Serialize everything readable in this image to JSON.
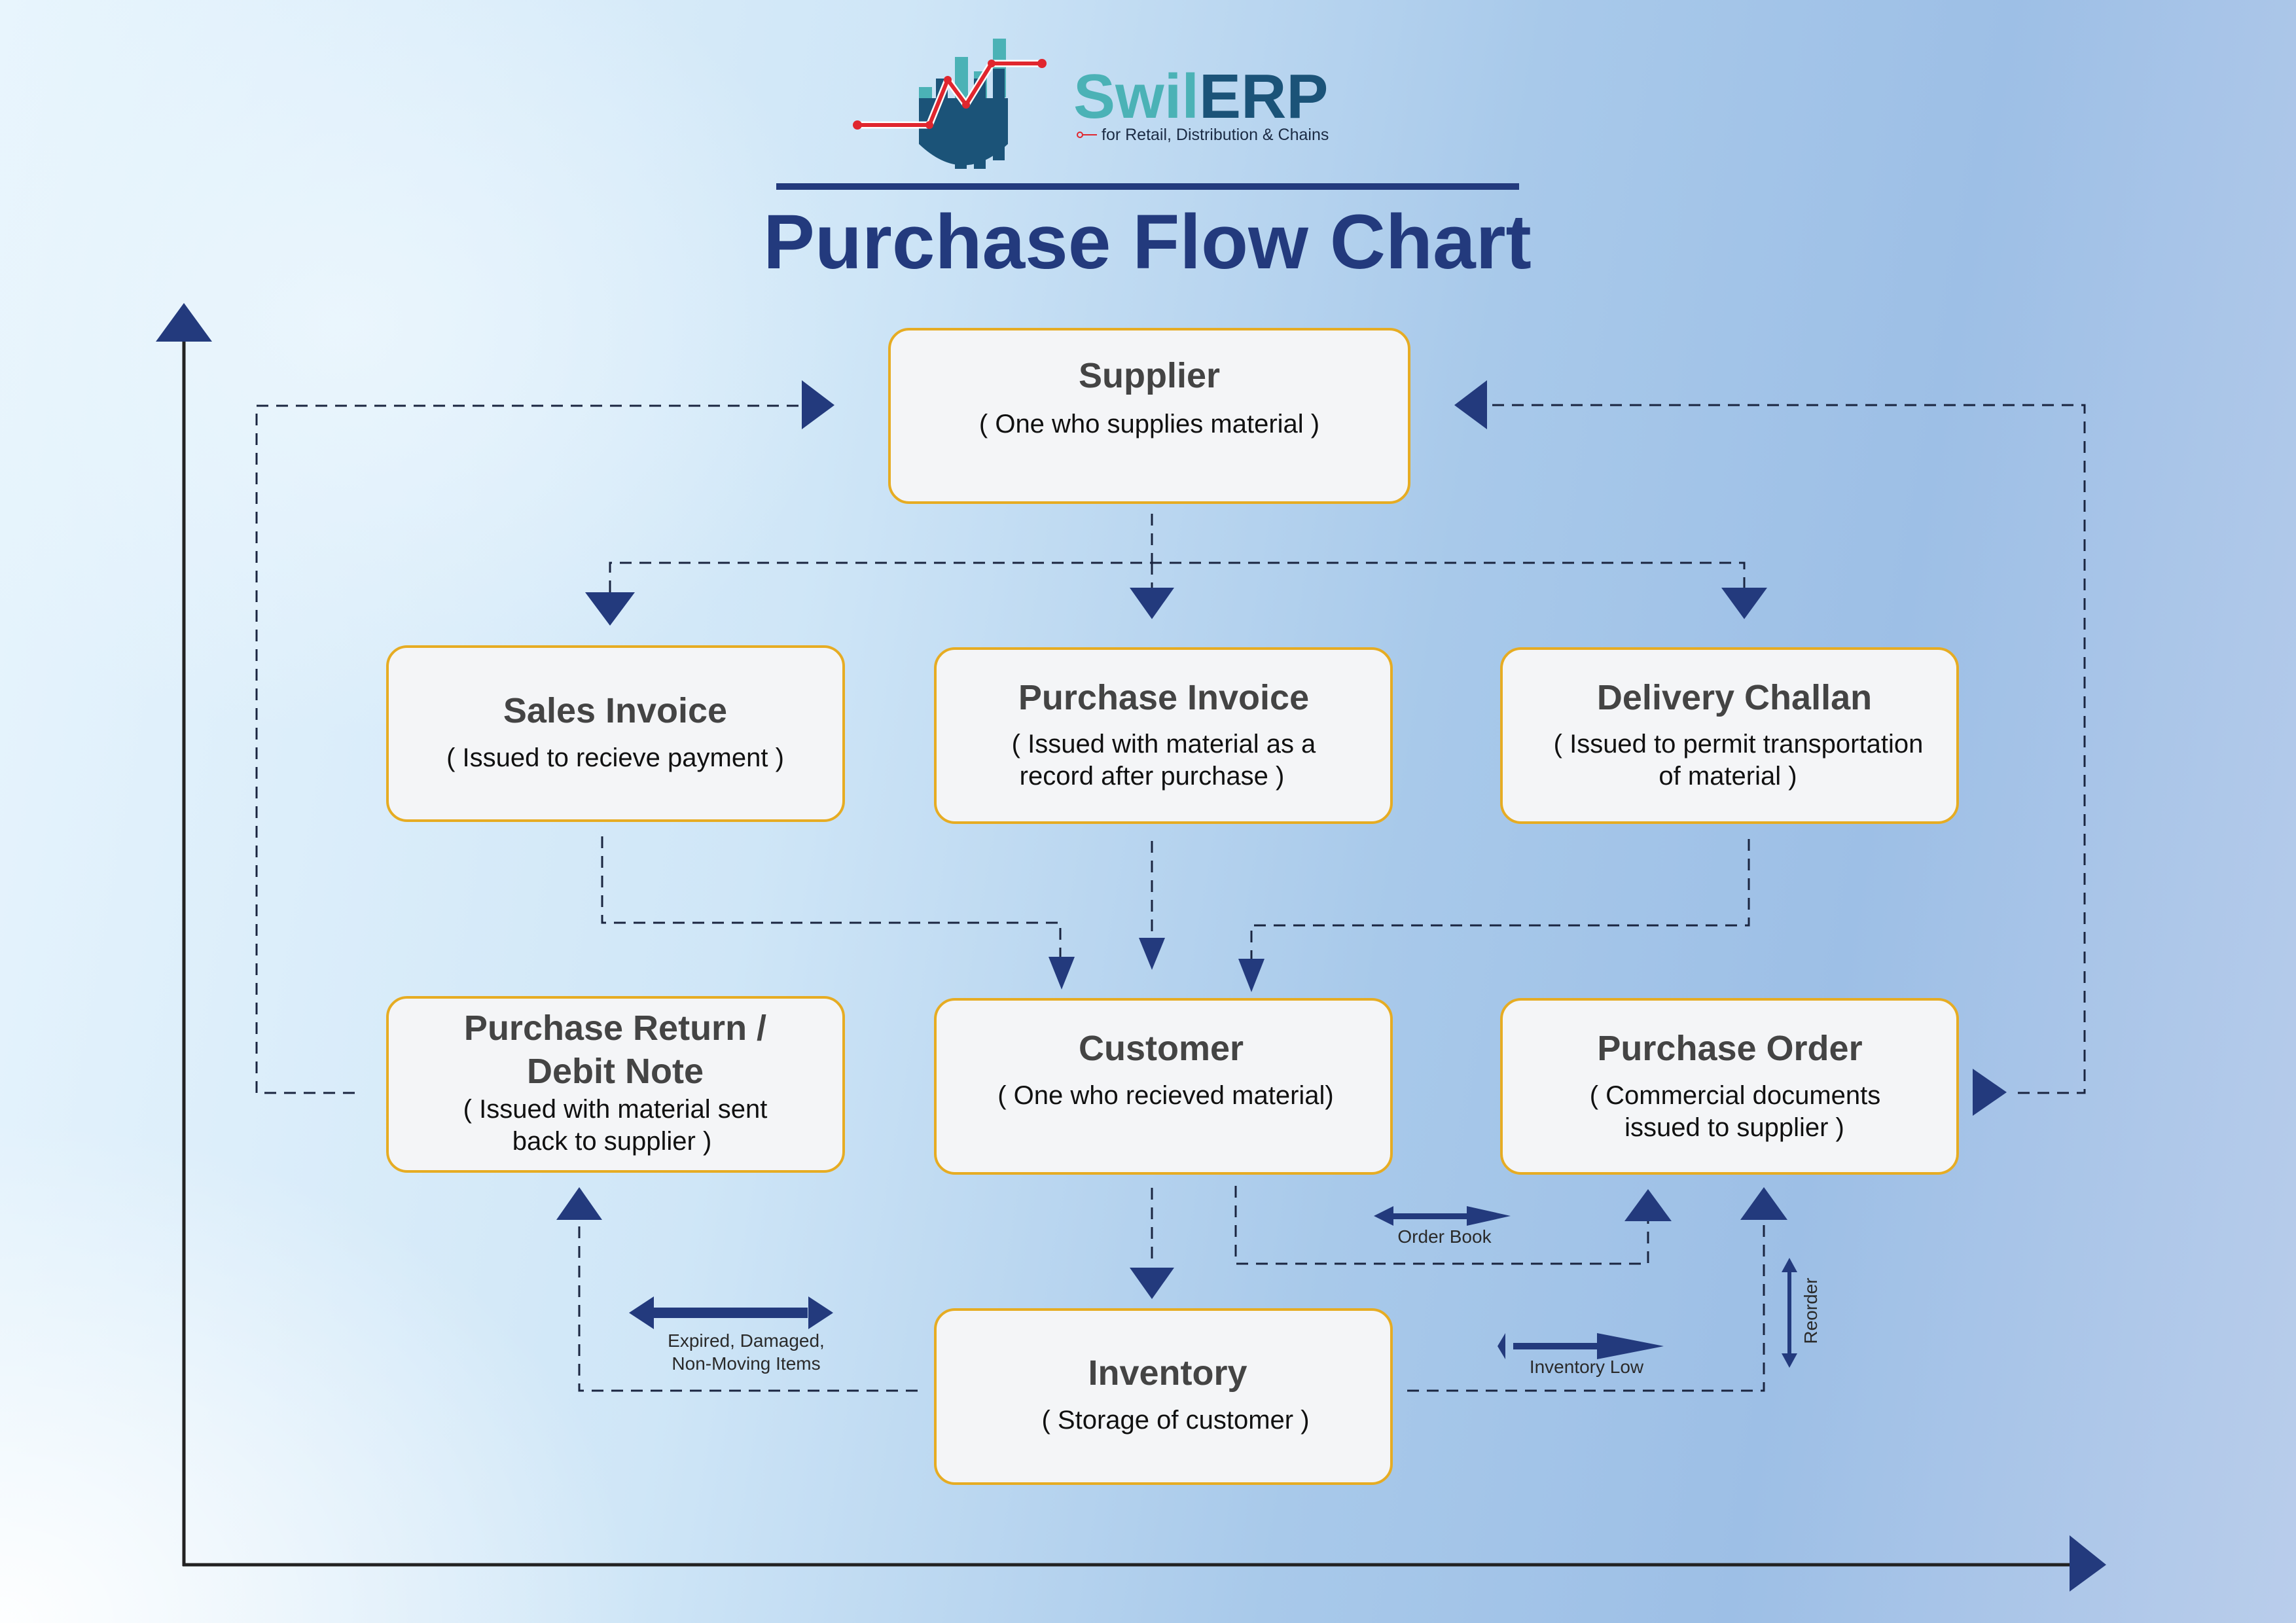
{
  "brand": {
    "name_part1": "Swil",
    "name_part2": "ERP",
    "tagline": "for Retail, Distribution & Chains",
    "logo_icon": "bar-chart-trend-icon",
    "colors": {
      "teal": "#4bb2b6",
      "navy": "#1b5378",
      "trend_red": "#e0262e"
    }
  },
  "title": "Purchase Flow Chart",
  "colors": {
    "title": "#233a7d",
    "box_border": "#e6ac23",
    "box_fill": "#f4f5f7",
    "arrow": "#233a7d",
    "connector": "#1a2540"
  },
  "nodes": {
    "supplier": {
      "title": "Supplier",
      "desc": [
        "( One who supplies material )"
      ]
    },
    "sales_invoice": {
      "title": "Sales Invoice",
      "desc": [
        "( Issued to recieve payment )"
      ]
    },
    "purchase_invoice": {
      "title": "Purchase Invoice",
      "desc": [
        "( Issued with material as a",
        "record after purchase )"
      ]
    },
    "delivery_challan": {
      "title": "Delivery Challan",
      "desc": [
        "( Issued to permit transportation",
        "of material )"
      ]
    },
    "purchase_return": {
      "title": [
        "Purchase Return /",
        "Debit Note"
      ],
      "desc": [
        "( Issued with material sent",
        "back to supplier )"
      ]
    },
    "customer": {
      "title": "Customer",
      "desc": [
        "( One who recieved material)"
      ]
    },
    "purchase_order": {
      "title": "Purchase Order",
      "desc": [
        "( Commercial documents",
        "issued to supplier )"
      ]
    },
    "inventory": {
      "title": "Inventory",
      "desc": [
        "( Storage of customer )"
      ]
    }
  },
  "edge_labels": {
    "expired": [
      "Expired, Damaged,",
      "Non-Moving Items"
    ],
    "order_book": "Order Book",
    "inventory_low": "Inventory Low",
    "reorder": "Reorder"
  },
  "edges": [
    {
      "from": "purchase_return",
      "to": "supplier",
      "style": "dashed"
    },
    {
      "from": "purchase_order",
      "to": "supplier",
      "style": "dashed"
    },
    {
      "from": "supplier",
      "to": "sales_invoice",
      "style": "dashed"
    },
    {
      "from": "supplier",
      "to": "purchase_invoice",
      "style": "dashed"
    },
    {
      "from": "supplier",
      "to": "delivery_challan",
      "style": "dashed"
    },
    {
      "from": "sales_invoice",
      "to": "customer",
      "style": "dashed"
    },
    {
      "from": "purchase_invoice",
      "to": "customer",
      "style": "dashed"
    },
    {
      "from": "delivery_challan",
      "to": "customer",
      "style": "dashed"
    },
    {
      "from": "customer",
      "to": "inventory",
      "style": "dashed"
    },
    {
      "from": "customer",
      "to": "purchase_order",
      "style": "dashed",
      "label": "Order Book"
    },
    {
      "from": "inventory",
      "to": "purchase_return",
      "style": "dashed",
      "label": "Expired, Damaged, Non-Moving Items"
    },
    {
      "from": "inventory",
      "to": "purchase_order",
      "style": "dashed",
      "label": "Inventory Low / Reorder"
    }
  ]
}
